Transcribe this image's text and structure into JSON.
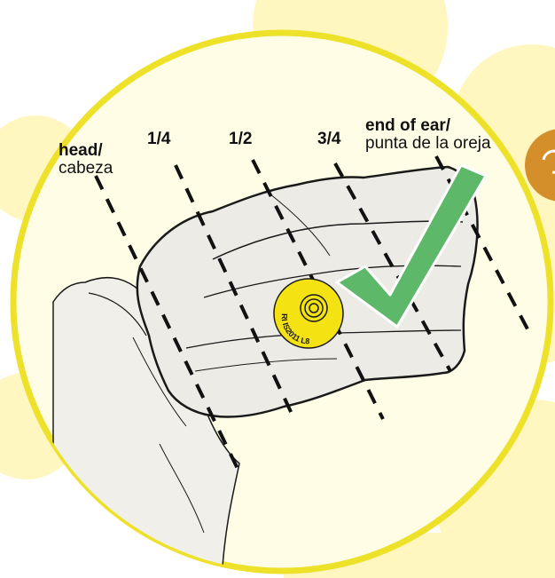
{
  "labels": {
    "head": {
      "bold": "head/",
      "regular": "cabeza"
    },
    "quarter": "1/4",
    "half": "1/2",
    "three_quarter": "3/4",
    "end": {
      "bold": "end of ear/",
      "regular": "punta de la oreja"
    }
  },
  "tag_text": "RI IS2011 L8",
  "colors": {
    "background": "#ffffff",
    "blob": "#fff7bf",
    "circle_fill": "#fffde6",
    "circle_border": "#ede12a",
    "ear_fill": "#ecebe6",
    "ear_outline": "#1a1a1a",
    "tag": "#f4e212",
    "check": "#5eb86a",
    "orange_badge": "#d58f2a"
  },
  "icons": {
    "check": "checkmark-icon",
    "tag": "ear-tag-icon"
  }
}
